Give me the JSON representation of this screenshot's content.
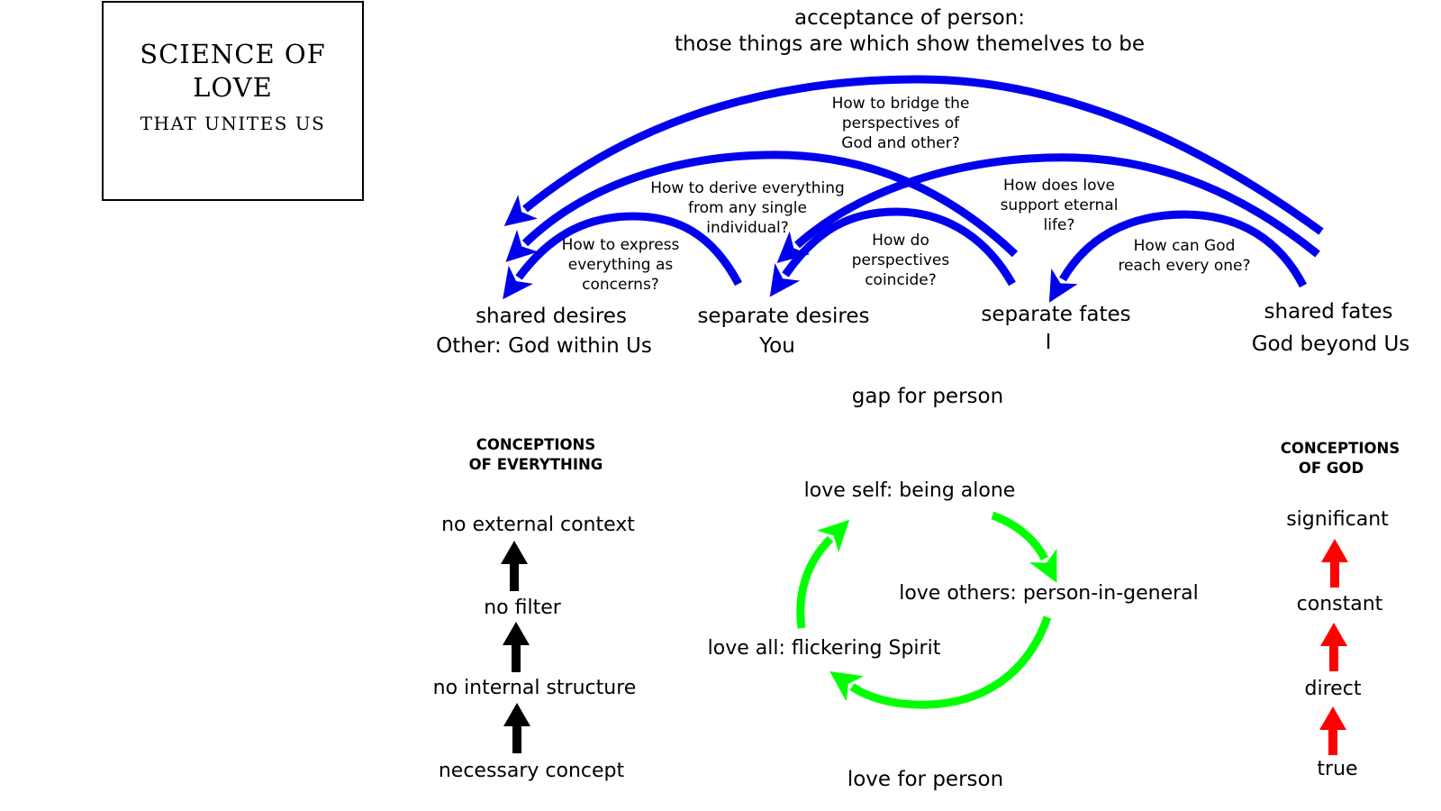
{
  "title": {
    "line1": "SCIENCE OF",
    "line2": "LOVE",
    "line3": "THAT UNITES US"
  },
  "top": {
    "line1": "acceptance of person:",
    "line2": "those things are which show themelves to be"
  },
  "questions": {
    "bridge": [
      "How to bridge the",
      "perspectives of",
      "God and other?"
    ],
    "derive": [
      "How to derive everything",
      "from any single",
      "individual?"
    ],
    "support": [
      "How does love",
      "support eternal",
      "life?"
    ],
    "express": [
      "How to express",
      "everything as",
      "concerns?"
    ],
    "coincide": [
      "How do",
      "perspectives",
      "coincide?"
    ],
    "reach": [
      "How can God",
      "reach every one?"
    ]
  },
  "nodes": {
    "shared_desires": {
      "title": "shared desires",
      "sub": "Other: God within Us"
    },
    "separate_desires": {
      "title": "separate desires",
      "sub": "You"
    },
    "separate_fates": {
      "title": "separate fates",
      "sub": "I"
    },
    "shared_fates": {
      "title": "shared fates",
      "sub": "God beyond Us"
    }
  },
  "gap": "gap for person",
  "everything": {
    "heading": [
      "CONCEPTIONS",
      "OF EVERYTHING"
    ],
    "items": [
      "no external context",
      "no filter",
      "no internal structure",
      "necessary concept"
    ]
  },
  "god": {
    "heading": [
      "CONCEPTIONS",
      "OF  GOD"
    ],
    "items": [
      "significant",
      "constant",
      "direct",
      "true"
    ]
  },
  "cycle": {
    "self": "love self: being alone",
    "others": "love others: person-in-general",
    "all": "love all: flickering Spirit"
  },
  "bottom": "love for person",
  "colors": {
    "arc": "#0000ee",
    "cycle": "#00ff00",
    "god_arrow": "#ff0000",
    "everything_arrow": "#000000"
  }
}
